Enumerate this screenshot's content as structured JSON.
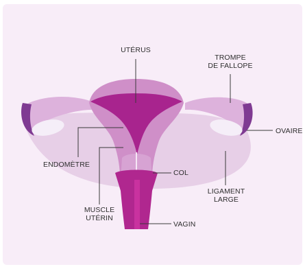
{
  "labels": {
    "uterus": "UTÉRUS",
    "trompe_line1": "TROMPE",
    "trompe_line2": "DE FALLOPE",
    "ovaire": "OVAIRE",
    "endometre": "ENDOMÈTRE",
    "col": "COL",
    "ligament_line1": "LIGAMENT",
    "ligament_line2": "LARGE",
    "muscle_line1": "MUSCLE",
    "muscle_line2": "UTÉRIN",
    "vagin": "VAGIN"
  },
  "colors": {
    "background_panel": "#f8edf8",
    "ligament": "#e7cfe7",
    "uterus_outer": "#cf8fc8",
    "uterus_inner": "#a8248e",
    "vagina": "#b0278f",
    "tube": "#ddb2dc",
    "fimbriae": "#7f3a92",
    "ovary": "#f5eef8",
    "leader_line": "#3a3a3a"
  }
}
